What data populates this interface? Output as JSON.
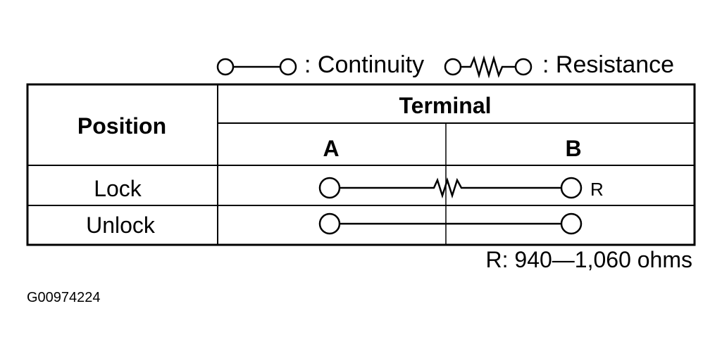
{
  "legend": {
    "continuity_label": ": Continuity",
    "resistance_label": ": Resistance",
    "continuity_icon": "continuity-symbol-icon",
    "resistance_icon": "resistance-symbol-icon"
  },
  "table": {
    "position_header": "Position",
    "terminal_header": "Terminal",
    "terminals": [
      "A",
      "B"
    ],
    "rows": [
      {
        "position": "Lock",
        "connection": "resistance",
        "mark": "R"
      },
      {
        "position": "Unlock",
        "connection": "continuity",
        "mark": ""
      }
    ]
  },
  "footnote": "R: 940—1,060 ohms",
  "figure_id": "G00974224"
}
